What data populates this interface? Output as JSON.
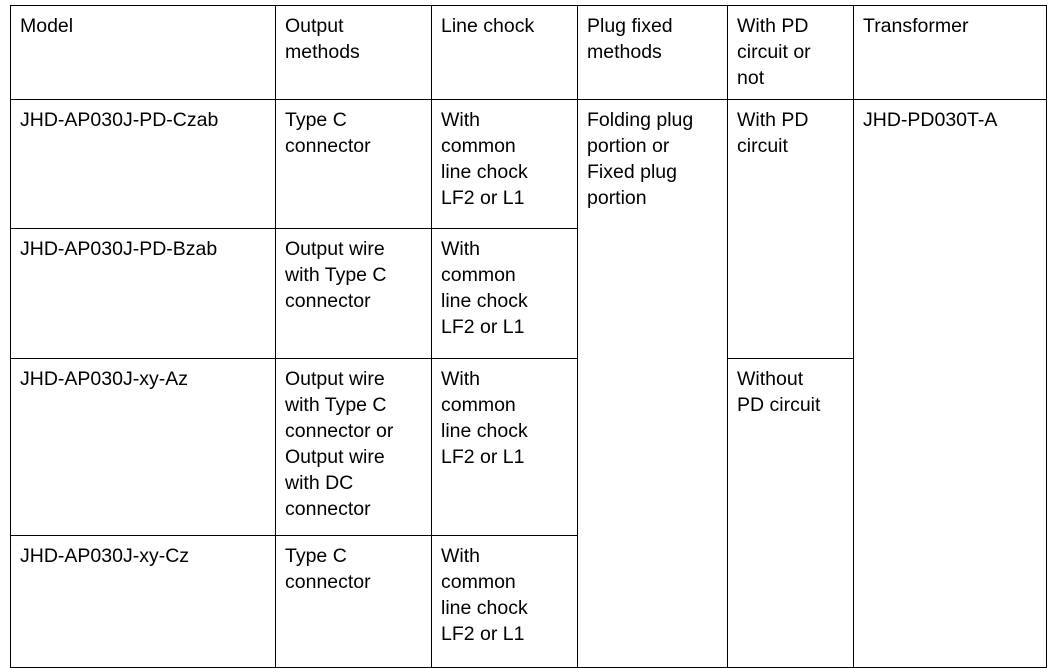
{
  "document": {
    "kind": "specification-table",
    "background_color": "#ffffff",
    "text_color": "#000000",
    "border_color": "#000000"
  },
  "table": {
    "columns": [
      {
        "key": "model",
        "header": "Model"
      },
      {
        "key": "output",
        "header": "Output\nmethods"
      },
      {
        "key": "chock",
        "header": "Line chock"
      },
      {
        "key": "plug",
        "header": "Plug fixed\nmethods"
      },
      {
        "key": "pd",
        "header": "With PD\ncircuit or\nnot"
      },
      {
        "key": "transformer",
        "header": "Transformer"
      }
    ],
    "rows": [
      {
        "model": "JHD-AP030J-PD-Czab",
        "output": "Type C\nconnector",
        "chock": "With\ncommon\nline chock\nLF2 or L1",
        "plug": "Folding plug\nportion or\nFixed plug\nportion",
        "pd": "With PD\ncircuit",
        "transformer": "JHD-PD030T-A"
      },
      {
        "model": "JHD-AP030J-PD-Bzab",
        "output": "Output wire\nwith Type C\nconnector",
        "chock": "With\ncommon\nline chock\nLF2 or L1"
      },
      {
        "model": "JHD-AP030J-xy-Az",
        "output": "Output wire\nwith Type C\nconnector or\nOutput wire\nwith DC\nconnector",
        "chock": "With\ncommon\nline chock\nLF2 or L1",
        "pd": "Without\nPD circuit"
      },
      {
        "model": "JHD-AP030J-xy-Cz",
        "output": "Type C\nconnector",
        "chock": "With\ncommon\nline chock\nLF2 or L1"
      }
    ]
  }
}
